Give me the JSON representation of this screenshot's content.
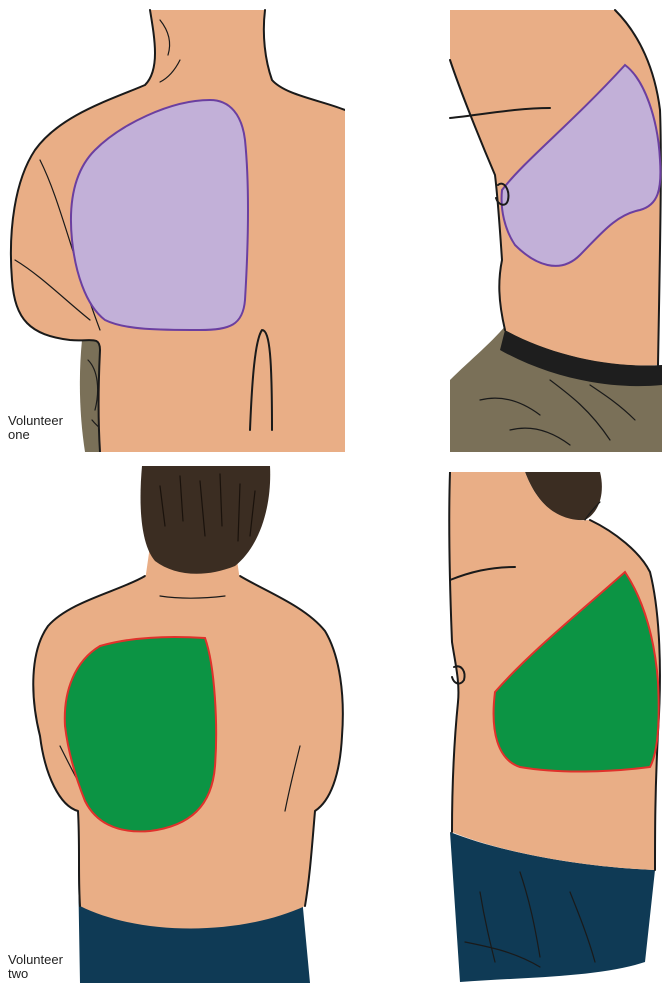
{
  "labels": {
    "volunteer_one": "Volunteer\none",
    "volunteer_two": "Volunteer\ntwo"
  },
  "colors": {
    "skin": "#E9AE86",
    "region_one_fill": "#C2B0D8",
    "region_one_stroke": "#6B3FA0",
    "region_two_fill": "#0C9444",
    "region_two_stroke": "#E0312B",
    "hair": "#3B2D22",
    "trousers_one": "#7A7058",
    "trousers_two": "#0F3A55",
    "belt": "#1E1E1E",
    "outline": "#1A1A1A"
  },
  "panels": [
    {
      "volunteer": "one",
      "view": "back",
      "region": "purple"
    },
    {
      "volunteer": "one",
      "view": "side",
      "region": "purple"
    },
    {
      "volunteer": "two",
      "view": "back",
      "region": "green"
    },
    {
      "volunteer": "two",
      "view": "side",
      "region": "green"
    }
  ]
}
